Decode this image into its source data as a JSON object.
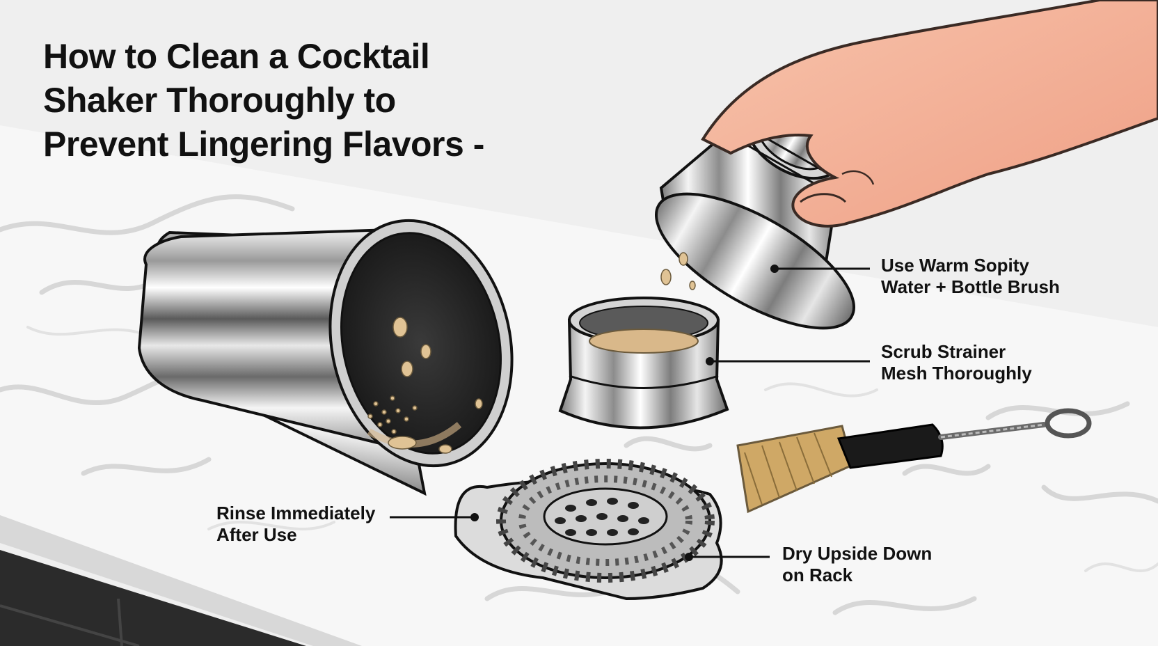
{
  "title": {
    "lines": [
      "How to Clean a Cocktail",
      "Shaker Thoroughly to",
      "Prevent Lingering Flavors -"
    ]
  },
  "callouts": {
    "warm_water": {
      "lines": [
        "Use Warm Sopity",
        "Water + Bottle Brush"
      ]
    },
    "scrub_strainer": {
      "lines": [
        "Scrub Strainer",
        "Mesh Thoroughly"
      ]
    },
    "rinse": {
      "lines": [
        "Rinse Immediately",
        "After Use"
      ]
    },
    "dry": {
      "lines": [
        "Dry Upside Down",
        "on Rack"
      ]
    }
  },
  "colors": {
    "counter": "#f4f4f4",
    "marble_vein": "#d2d2d2",
    "steel_light": "#f2f2f2",
    "steel_dark": "#5a5a5a",
    "liquid": "#d9b88a",
    "skin": "#f4b49a",
    "bristle": "#cfa866",
    "handle": "#1a1a1a",
    "cabinet": "#2b2b2b",
    "text": "#111111"
  }
}
